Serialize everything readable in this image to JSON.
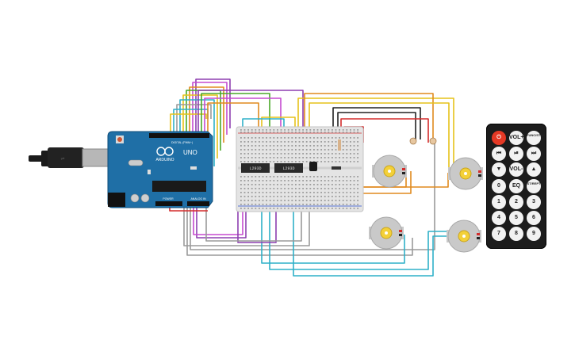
{
  "arduino": {
    "brand": "ARDUINO",
    "model": "UNO",
    "digital_label": "DIGITAL (PWM~)",
    "power_label": "POWER",
    "analog_label": "ANALOG IN"
  },
  "breadboard": {
    "chip1_label": "L293D",
    "chip2_label": "L293D"
  },
  "remote": {
    "buttons": [
      {
        "label": "⏻",
        "name": "power-button"
      },
      {
        "label": "VOL+",
        "name": "vol-up-button"
      },
      {
        "label": "FUNC/STOP",
        "name": "func-stop-button"
      },
      {
        "label": "⏮",
        "name": "prev-button"
      },
      {
        "label": "⏯",
        "name": "play-pause-button"
      },
      {
        "label": "⏭",
        "name": "next-button"
      },
      {
        "label": "▼",
        "name": "down-button"
      },
      {
        "label": "VOL-",
        "name": "vol-down-button"
      },
      {
        "label": "▲",
        "name": "up-button"
      },
      {
        "label": "0",
        "name": "digit-0-button"
      },
      {
        "label": "EQ",
        "name": "eq-button"
      },
      {
        "label": "ST/REPT",
        "name": "st-rept-button"
      },
      {
        "label": "1",
        "name": "digit-1-button"
      },
      {
        "label": "2",
        "name": "digit-2-button"
      },
      {
        "label": "3",
        "name": "digit-3-button"
      },
      {
        "label": "4",
        "name": "digit-4-button"
      },
      {
        "label": "5",
        "name": "digit-5-button"
      },
      {
        "label": "6",
        "name": "digit-6-button"
      },
      {
        "label": "7",
        "name": "digit-7-button"
      },
      {
        "label": "8",
        "name": "digit-8-button"
      },
      {
        "label": "9",
        "name": "digit-9-button"
      }
    ]
  },
  "colors": {
    "board_blue": "#1f6fa6",
    "wire_purple": "#8e3fb0",
    "wire_magenta": "#c54bd0",
    "wire_yellow": "#e6c21a",
    "wire_orange": "#e08a1e",
    "wire_green": "#4aa829",
    "wire_cyan": "#2fb0c8",
    "wire_red": "#d42b2b",
    "wire_black": "#222222",
    "wire_gray": "#9a9a9a",
    "motor_body": "#c9c9c9",
    "motor_hub": "#f3d038",
    "remote_body": "#1c1c1c",
    "remote_power": "#e53925"
  }
}
